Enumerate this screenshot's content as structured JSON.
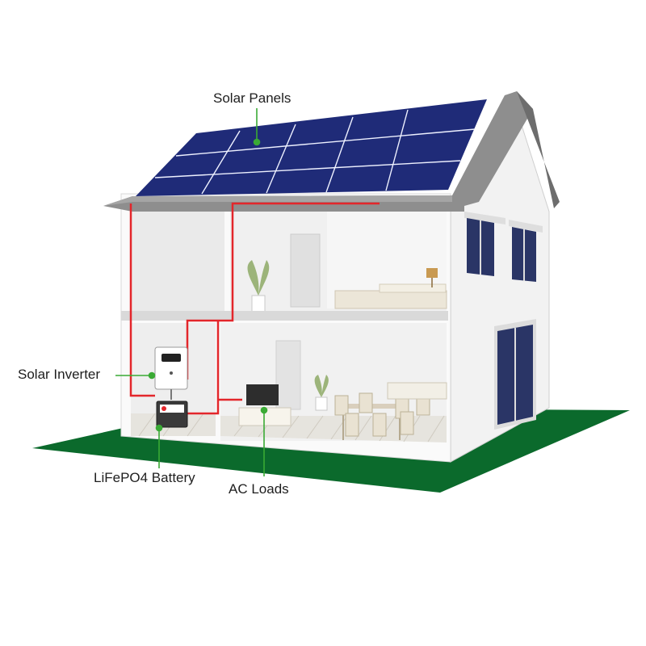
{
  "labels": {
    "solar_panels": "Solar Panels",
    "solar_inverter": "Solar Inverter",
    "battery": "LiFePO4 Battery",
    "ac_loads": "AC Loads"
  },
  "colors": {
    "ground": "#0b6a2c",
    "wall": "#f7f7f7",
    "roof": "#8e8e8e",
    "roof_edge": "#6d6d6d",
    "panel": "#1f2b78",
    "panel_grid": "#eef1ff",
    "wire": "#e3262b",
    "leader": "#3aaa35",
    "window": "#2a3566"
  }
}
